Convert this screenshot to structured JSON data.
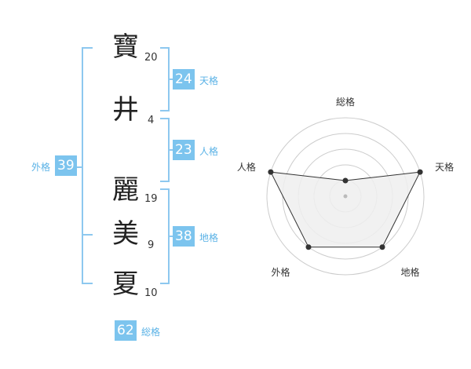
{
  "name_chars": [
    {
      "char": "寶",
      "strokes": "20"
    },
    {
      "char": "井",
      "strokes": "4"
    },
    {
      "char": "麗",
      "strokes": "19"
    },
    {
      "char": "美",
      "strokes": "9"
    },
    {
      "char": "夏",
      "strokes": "10"
    }
  ],
  "kakusuu": {
    "tenkaku": {
      "value": "24",
      "label": "天格"
    },
    "jinkaku": {
      "value": "23",
      "label": "人格"
    },
    "chikaku": {
      "value": "38",
      "label": "地格"
    },
    "gaikaku": {
      "value": "39",
      "label": "外格"
    },
    "soukaku": {
      "value": "62",
      "label": "総格"
    }
  },
  "chart_data": {
    "type": "radar",
    "axes": [
      "総格",
      "天格",
      "地格",
      "外格",
      "人格"
    ],
    "values": [
      0.2,
      1.0,
      0.8,
      0.8,
      1.0
    ],
    "range": [
      0,
      1
    ],
    "rings": 5,
    "colors": {
      "fill": "#eeeeee",
      "line": "#333333",
      "grid": "#cccccc",
      "point": "#333333"
    }
  }
}
